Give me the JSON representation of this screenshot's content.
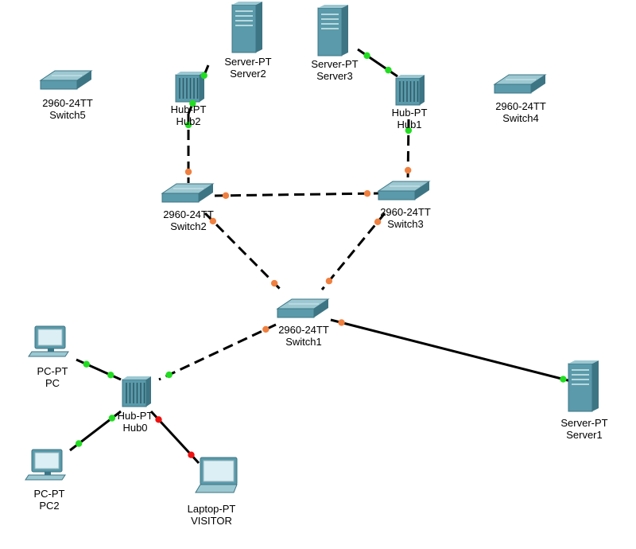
{
  "devices": {
    "switch5": {
      "model": "2960-24TT",
      "name": "Switch5",
      "icon": "switch-icon"
    },
    "switch4": {
      "model": "2960-24TT",
      "name": "Switch4",
      "icon": "switch-icon"
    },
    "server2": {
      "model": "Server-PT",
      "name": "Server2",
      "icon": "server-icon"
    },
    "server3": {
      "model": "Server-PT",
      "name": "Server3",
      "icon": "server-icon"
    },
    "hub2": {
      "model": "Hub-PT",
      "name": "Hub2",
      "icon": "hub-icon"
    },
    "hub1": {
      "model": "Hub-PT",
      "name": "Hub1",
      "icon": "hub-icon"
    },
    "switch2": {
      "model": "2960-24TT",
      "name": "Switch2",
      "icon": "switch-icon"
    },
    "switch3": {
      "model": "2960-24TT",
      "name": "Switch3",
      "icon": "switch-icon"
    },
    "switch1": {
      "model": "2960-24TT",
      "name": "Switch1",
      "icon": "switch-icon"
    },
    "pc": {
      "model": "PC-PT",
      "name": "PC",
      "icon": "pc-icon"
    },
    "hub0": {
      "model": "Hub-PT",
      "name": "Hub0",
      "icon": "hub-icon"
    },
    "server1": {
      "model": "Server-PT",
      "name": "Server1",
      "icon": "server-icon"
    },
    "pc2": {
      "model": "PC-PT",
      "name": "PC2",
      "icon": "pc-icon"
    },
    "laptop": {
      "model": "Laptop-PT",
      "name": "VISITOR",
      "icon": "laptop-icon"
    }
  },
  "links": [
    {
      "from": "server2",
      "to": "hub2",
      "style": "solid",
      "status": [
        "up",
        "up"
      ]
    },
    {
      "from": "server3",
      "to": "hub1",
      "style": "solid",
      "status": [
        "up",
        "up"
      ]
    },
    {
      "from": "hub2",
      "to": "switch2",
      "style": "dashed",
      "status": [
        "up",
        "blocking"
      ]
    },
    {
      "from": "hub1",
      "to": "switch3",
      "style": "dashed",
      "status": [
        "up",
        "blocking"
      ]
    },
    {
      "from": "switch2",
      "to": "switch3",
      "style": "dashed",
      "status": [
        "blocking",
        "blocking"
      ]
    },
    {
      "from": "switch2",
      "to": "switch1",
      "style": "dashed",
      "status": [
        "blocking",
        "blocking"
      ]
    },
    {
      "from": "switch3",
      "to": "switch1",
      "style": "dashed",
      "status": [
        "blocking",
        "blocking"
      ]
    },
    {
      "from": "switch1",
      "to": "hub0",
      "style": "dashed",
      "status": [
        "blocking",
        "up"
      ]
    },
    {
      "from": "switch1",
      "to": "server1",
      "style": "solid",
      "status": [
        "blocking",
        "up"
      ]
    },
    {
      "from": "pc",
      "to": "hub0",
      "style": "solid",
      "status": [
        "up",
        "up"
      ]
    },
    {
      "from": "pc2",
      "to": "hub0",
      "style": "solid",
      "status": [
        "up",
        "up"
      ]
    },
    {
      "from": "hub0",
      "to": "laptop",
      "style": "solid",
      "status": [
        "down",
        "down"
      ]
    }
  ],
  "colors": {
    "up": "#22dd22",
    "blocking": "#f08040",
    "down": "#ee1111",
    "link": "#000000",
    "device_fill": "#5a9aaa",
    "device_dark": "#3d7584",
    "device_light": "#9cc8d2"
  }
}
